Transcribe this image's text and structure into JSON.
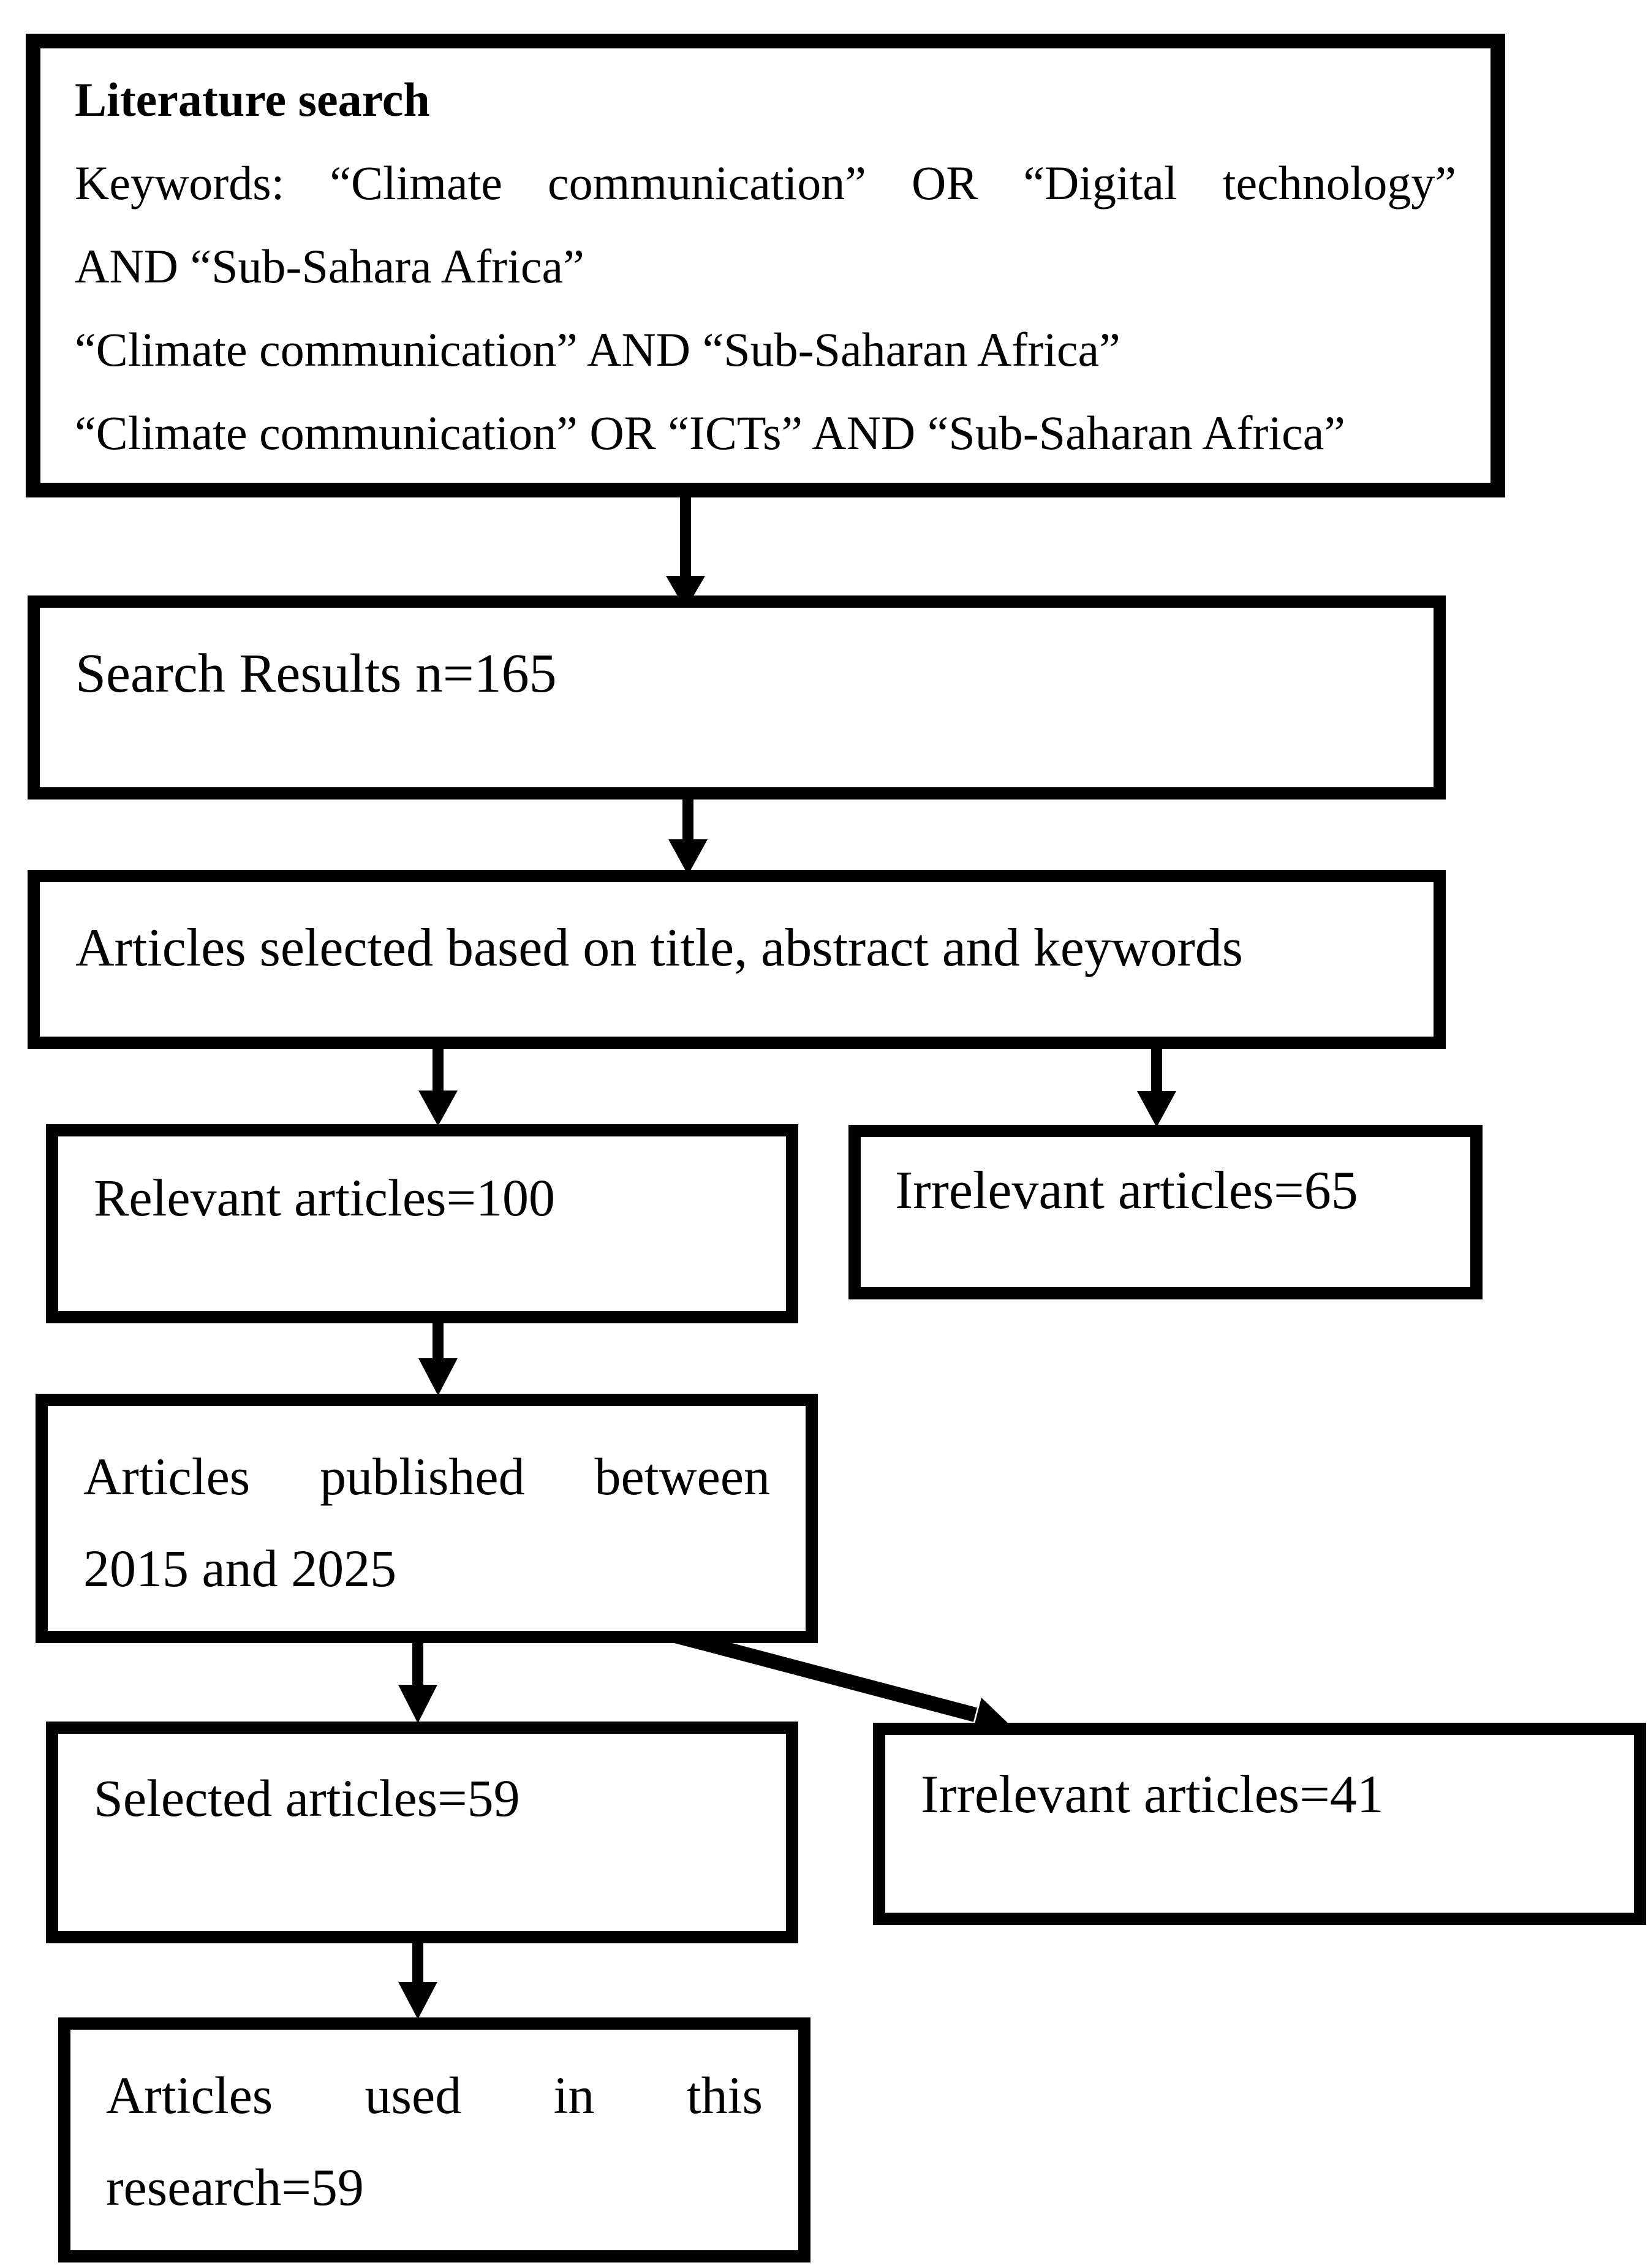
{
  "flowchart": {
    "literature_search": {
      "title": "Literature search",
      "lines": [
        "Keywords: “Climate communication” OR “Digital technology”",
        "AND “Sub-Sahara Africa”",
        "“Climate communication” AND “Sub-Saharan Africa”",
        "“Climate communication” OR “ICTs” AND “Sub-Saharan Africa”"
      ]
    },
    "search_results": {
      "label": "Search Results n=165"
    },
    "articles_selected": {
      "label": "Articles selected based on title, abstract and keywords"
    },
    "relevant_articles": {
      "label": "Relevant articles=100"
    },
    "irrelevant_articles_65": {
      "label": "Irrelevant articles=65"
    },
    "published_between": {
      "line1": "Articles published between",
      "line2": "2015 and 2025"
    },
    "selected_articles": {
      "label": "Selected articles=59"
    },
    "irrelevant_articles_41": {
      "label": "Irrelevant articles=41"
    },
    "articles_used": {
      "line1": "Articles used in this",
      "line2": "research=59"
    }
  },
  "colors": {
    "background": "#ffffff",
    "box_border": "#000000",
    "text": "#000000",
    "arrow": "#000000"
  }
}
